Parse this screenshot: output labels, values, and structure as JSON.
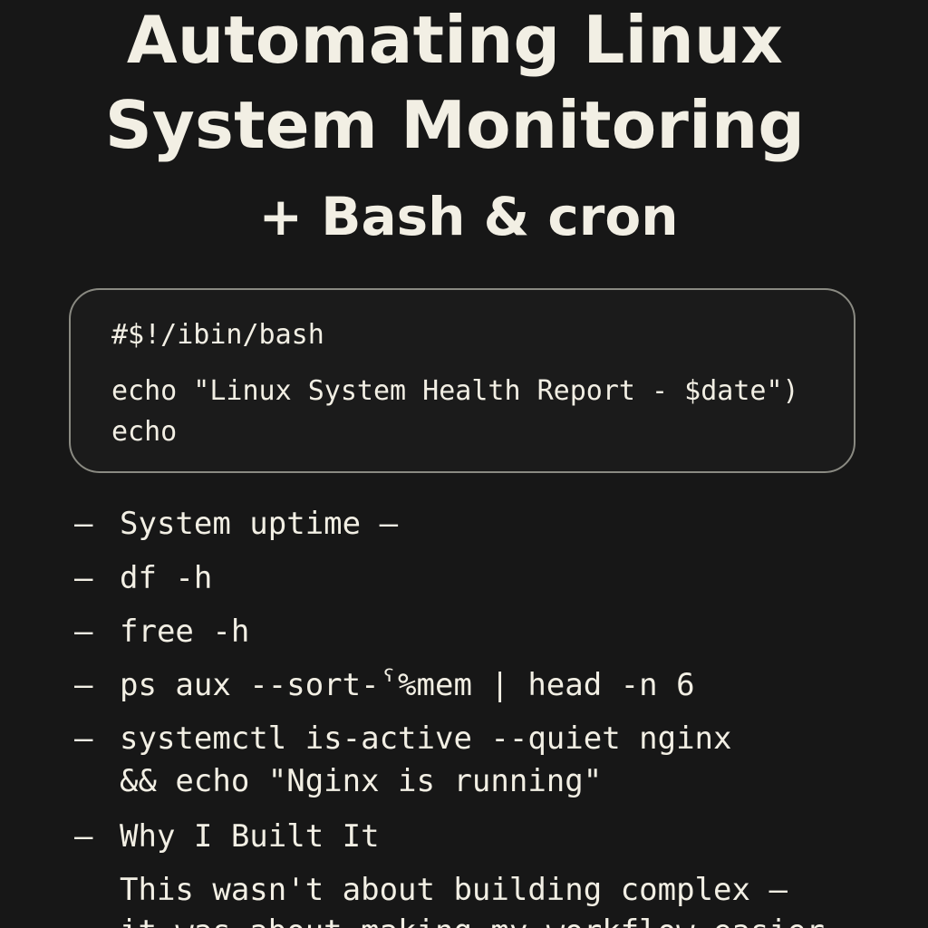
{
  "title": {
    "line1": "Automating Linux",
    "line2": "System Monitoring",
    "subtitle": "+ Bash & cron"
  },
  "code": {
    "line1": "#$!/ibin/bash",
    "line2": "echo \"Linux System Health Report - $date\")",
    "line3": "echo"
  },
  "list": {
    "item1": "System uptime —",
    "item2": "df -h",
    "item3": "free -h",
    "item4": "ps aux --sort-ˁ%mem | head -n 6",
    "item5": "systemctl is-active --quiet nginx",
    "item5_continuation": "&& echo \"Nginx is running\"",
    "item6": "Why I Built It",
    "dash": "—"
  },
  "body": {
    "line1": "This wasn't about building complex –",
    "line2": "it was about making my workflow easier and"
  }
}
